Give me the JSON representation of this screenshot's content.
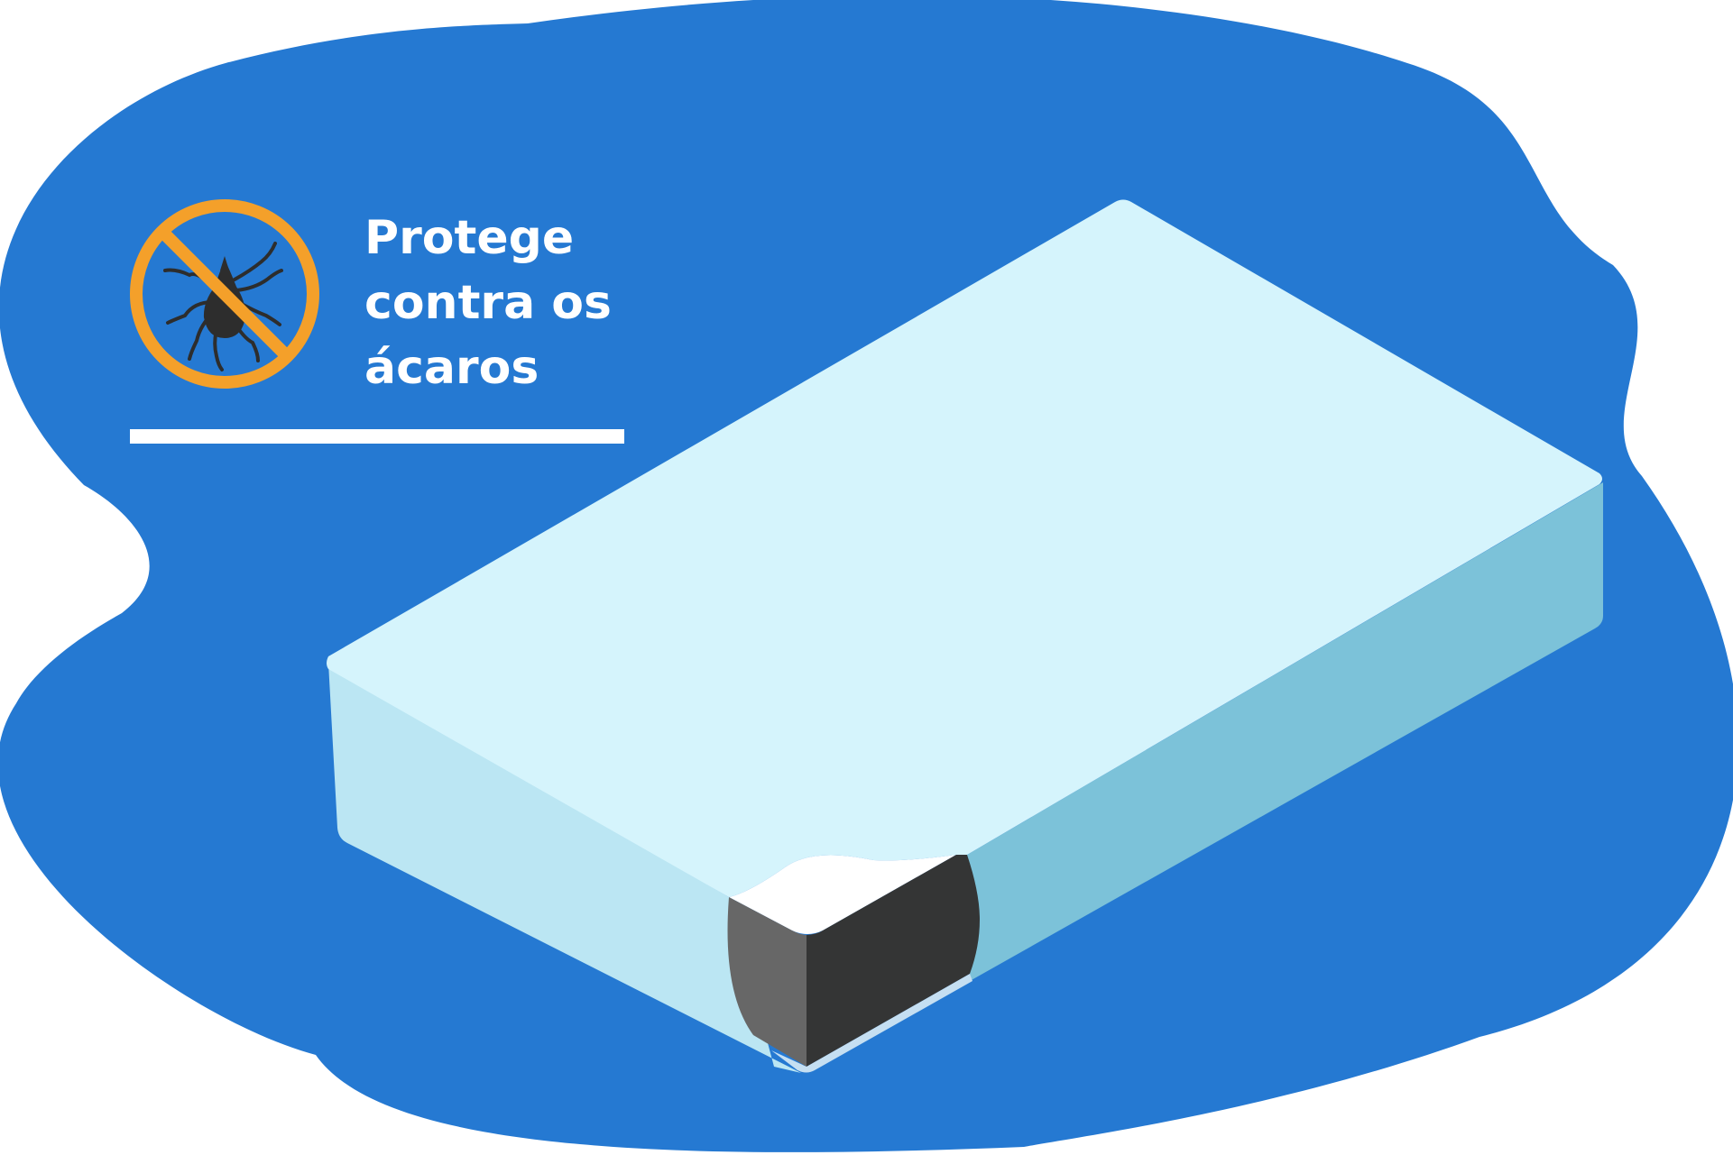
{
  "feature": {
    "line1": "Protege",
    "line2": "contra os",
    "line3": "ácaros",
    "icon": "no-mites-icon"
  },
  "colors": {
    "background_blob": "#2579d2",
    "mattress_top": "#d5f4fc",
    "mattress_front_side": "#bbe6f3",
    "mattress_right_side": "#7cc2d9",
    "foam_core_dark": "#343535",
    "foam_core_gray": "#676767",
    "cover_fold": "#ffffff",
    "icon_ring": "#f4a02a",
    "mite": "#2d2d2d",
    "text": "#ffffff"
  }
}
